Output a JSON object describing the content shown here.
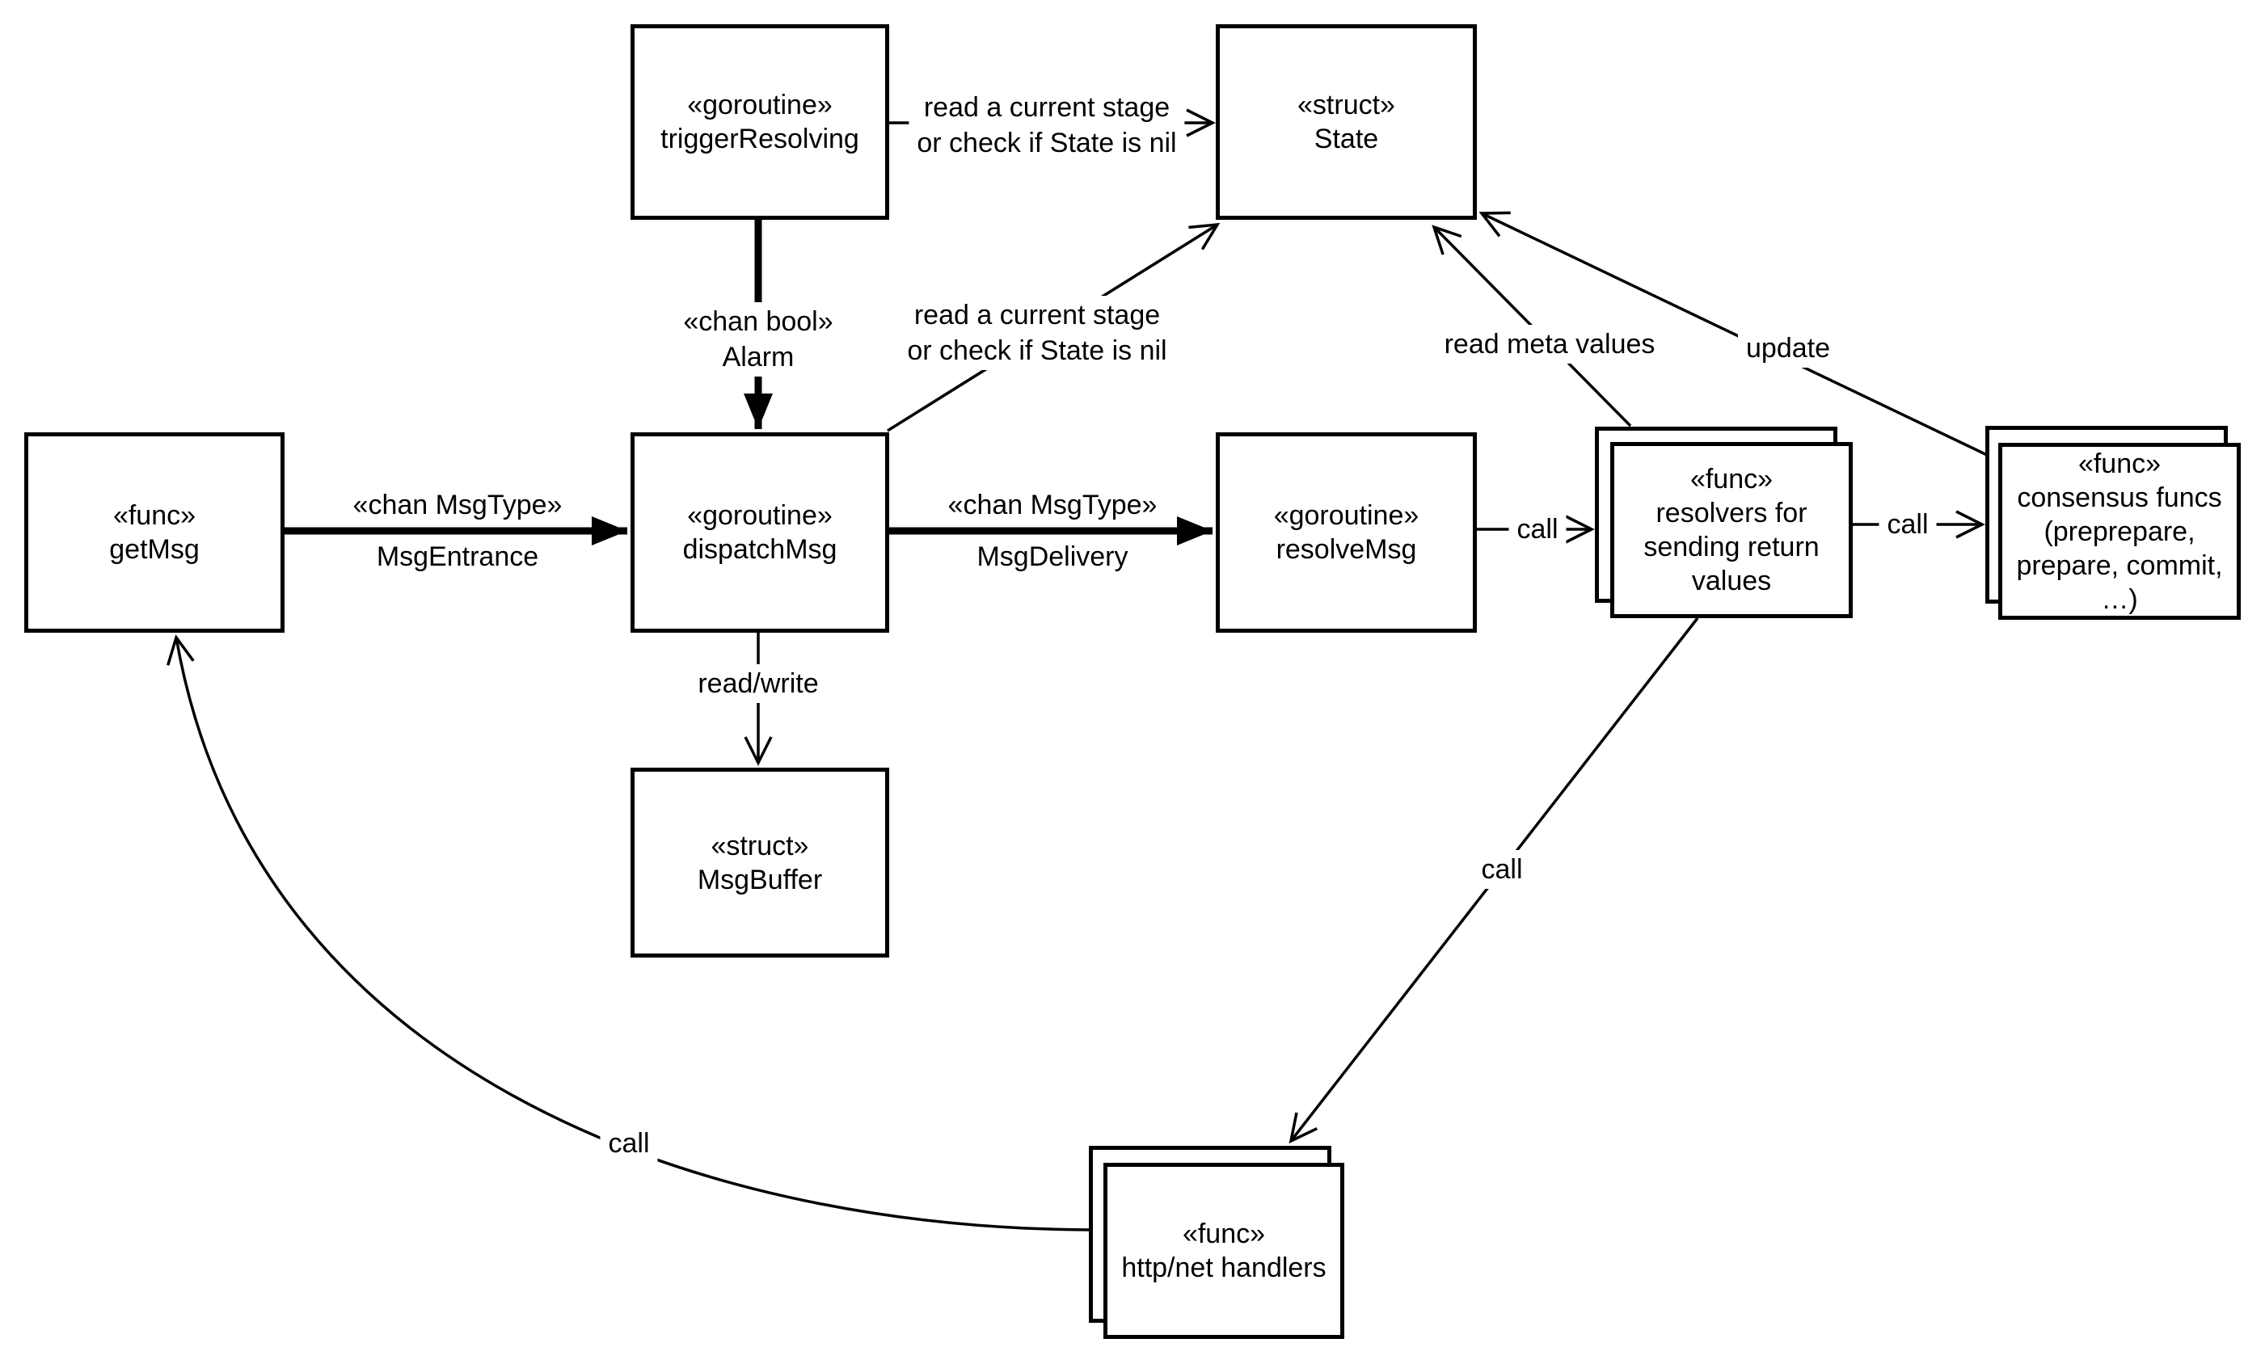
{
  "diagram": {
    "background_color": "#ffffff",
    "line_color": "#000000",
    "nodes": {
      "trigger": {
        "stereotype": "«goroutine»",
        "name": "triggerResolving"
      },
      "state": {
        "stereotype": "«struct»",
        "name": "State"
      },
      "getmsg": {
        "stereotype": "«func»",
        "name": "getMsg"
      },
      "dispatch": {
        "stereotype": "«goroutine»",
        "name": "dispatchMsg"
      },
      "resolve": {
        "stereotype": "«goroutine»",
        "name": "resolveMsg"
      },
      "resolvers": {
        "stereotype": "«func»",
        "name": "resolvers for\nsending return\nvalues"
      },
      "consensus": {
        "stereotype": "«func»",
        "name": "consensus funcs\n(preprepare,\nprepare, commit,\n…)"
      },
      "msgbuffer": {
        "stereotype": "«struct»",
        "name": "MsgBuffer"
      },
      "http": {
        "stereotype": "«func»",
        "name": "http/net handlers"
      }
    },
    "edges": {
      "trigger_state": "read a current stage\nor check if State is nil",
      "dispatch_state": "read a current stage\nor check if State is nil",
      "alarm": "«chan bool»\nAlarm",
      "entrance_type": "«chan MsgType»",
      "entrance_name": "MsgEntrance",
      "delivery_type": "«chan MsgType»",
      "delivery_name": "MsgDelivery",
      "read_write": "read/write",
      "read_meta": "read meta values",
      "update": "update",
      "call_resolve_to_resolvers": "call",
      "call_resolvers_to_consensus": "call",
      "call_resolvers_to_http": "call",
      "call_http_to_getmsg": "call"
    }
  }
}
